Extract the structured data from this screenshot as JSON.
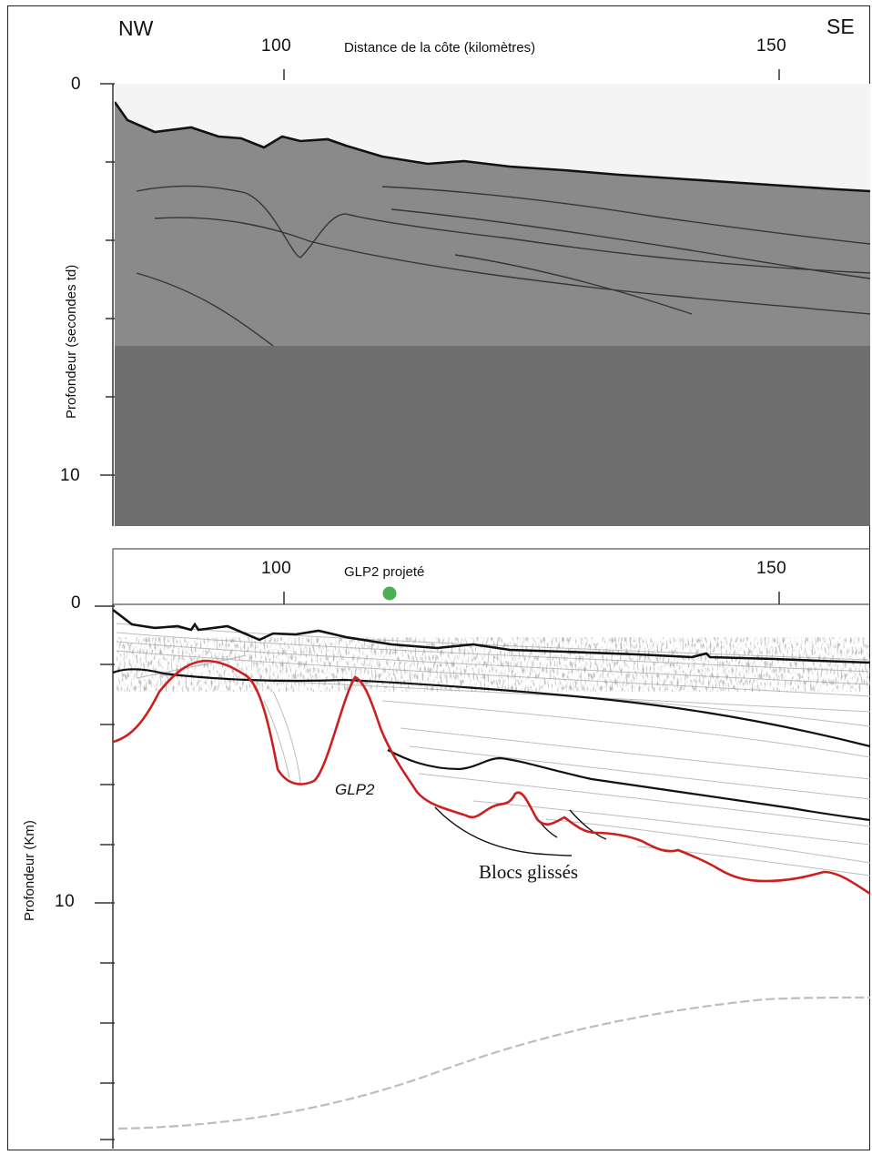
{
  "figure": {
    "direction_left": "NW",
    "direction_right": "SE",
    "top_panel": {
      "x_title": "Distance de la côte (kilomètres)",
      "x_tick_labels": [
        "100",
        "150"
      ],
      "y_title": "Profondeur (secondes td)",
      "y_tick_labels": [
        "0",
        "10"
      ]
    },
    "bottom_panel": {
      "x_tick_labels": [
        "100",
        "150"
      ],
      "well_label": "GLP2 projeté",
      "well_marker_color": "#4caf50",
      "y_title": "Profondeur (Km)",
      "y_tick_labels": [
        "0",
        "10"
      ],
      "feature_label": "GLP2",
      "annotation": "Blocs glissés",
      "basement_line_color": "#cc1f1f"
    }
  }
}
